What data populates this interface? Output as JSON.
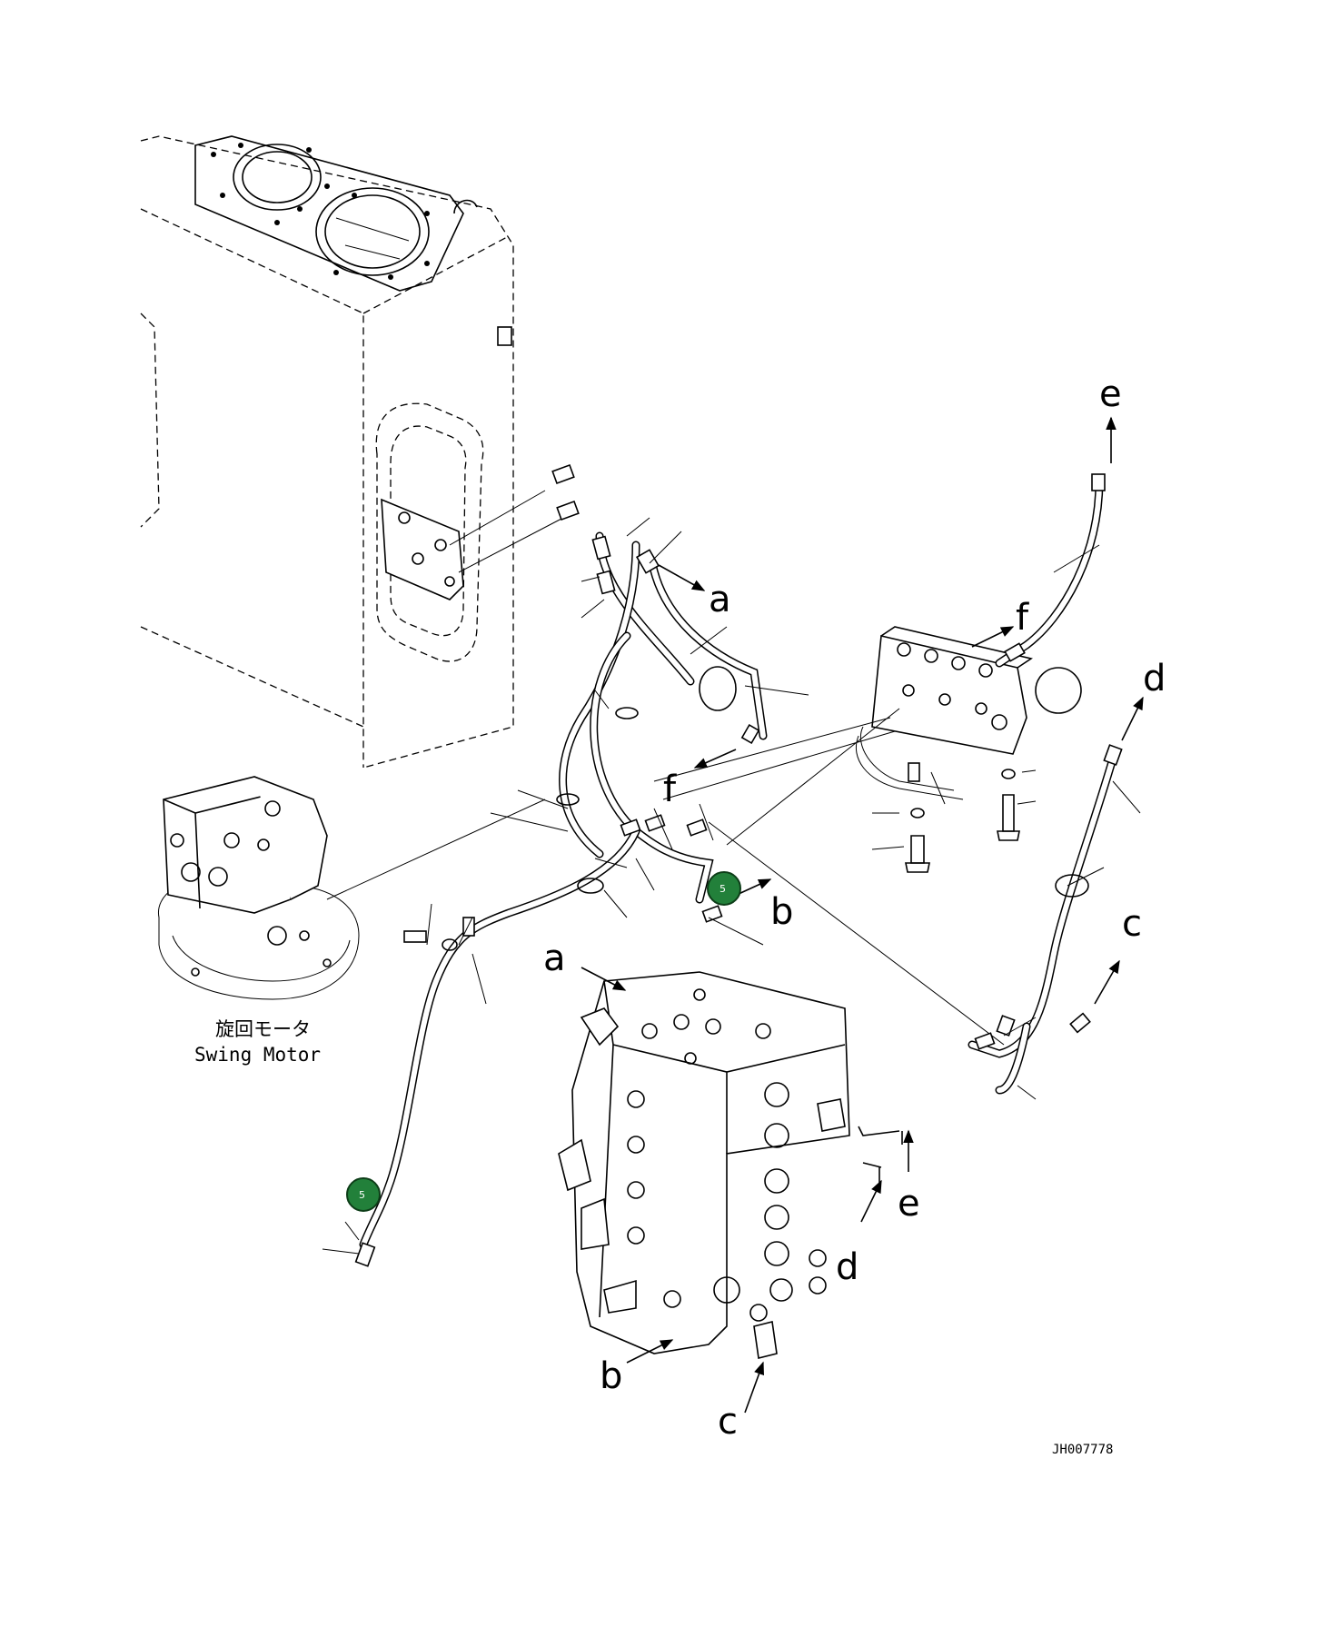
{
  "diagram": {
    "callout_badges": [
      {
        "id": "badge-1",
        "text": "5",
        "color": "#2a8a3e"
      },
      {
        "id": "badge-2",
        "text": "5",
        "color": "#2a8a3e"
      }
    ],
    "connection_letters": {
      "a_top": "a",
      "a_bottom": "a",
      "b_top": "b",
      "b_bottom": "b",
      "c_right": "c",
      "c_bottom": "c",
      "d_right": "d",
      "d_bottom": "d",
      "e_top": "e",
      "e_bottom": "e",
      "f_right": "f",
      "f_left": "f"
    },
    "swing_motor_label_jp": "旋回モータ",
    "swing_motor_label_en": "Swing Motor",
    "drawing_number": "JH007778"
  }
}
